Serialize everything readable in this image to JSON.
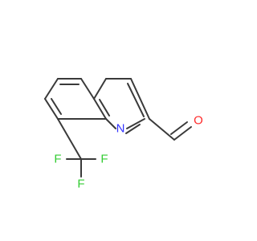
{
  "molecule": {
    "atoms": {
      "nitrogen": {
        "label": "N",
        "color": "#3333ff"
      },
      "oxygen": {
        "label": "O",
        "color": "#ff2a2a"
      },
      "fluorine_top": {
        "label": "F",
        "color": "#33cc33"
      },
      "fluorine_left": {
        "label": "F",
        "color": "#33cc33"
      },
      "fluorine_bottom": {
        "label": "F",
        "color": "#33cc33"
      }
    },
    "bond_color": "#3a3a3a"
  }
}
